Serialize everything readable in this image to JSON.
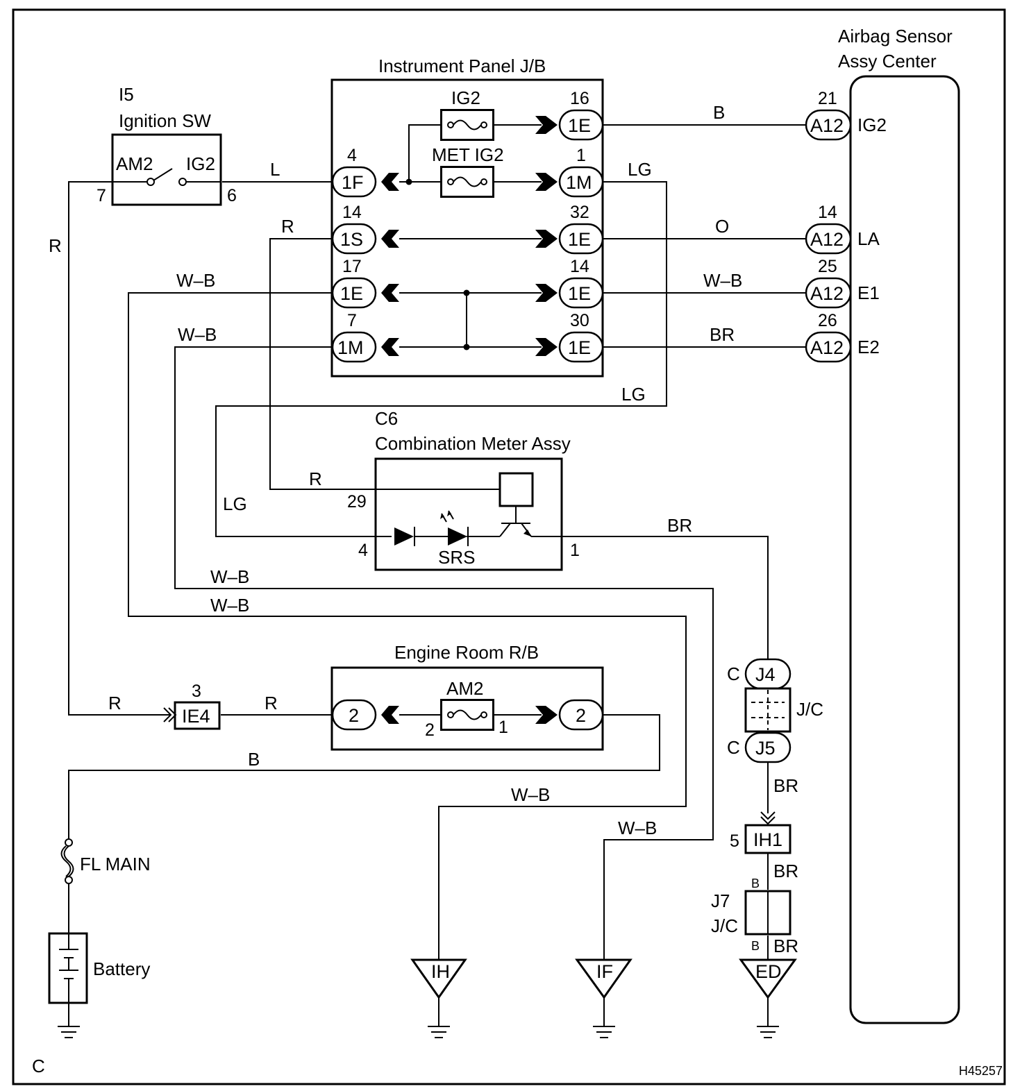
{
  "components": {
    "ignition_sw": {
      "code": "I5",
      "name": "Ignition SW",
      "contact_left": "AM2",
      "contact_right": "IG2",
      "pin_left": "7",
      "pin_right": "6"
    },
    "ip_jb": {
      "title": "Instrument Panel J/B",
      "fuse1": "IG2",
      "fuse2": "MET IG2"
    },
    "airbag": {
      "title_line1": "Airbag Sensor",
      "title_line2": "Assy Center"
    },
    "meter": {
      "code": "C6",
      "name": "Combination Meter Assy",
      "led_label": "SRS",
      "pin_r": "29",
      "pin_lg": "4",
      "pin_br": "1"
    },
    "er_rb": {
      "title": "Engine Room R/B",
      "fuse": "AM2",
      "fuse_pin_l": "2",
      "fuse_pin_r": "1",
      "conn_l": "2",
      "conn_r": "2"
    },
    "fl_main": "FL MAIN",
    "battery": "Battery",
    "jc1": {
      "top_conn": "J4",
      "top_prefix": "C",
      "bottom_conn": "J5",
      "bottom_prefix": "C",
      "label": "J/C"
    },
    "ih1": {
      "pin": "5",
      "conn": "IH1"
    },
    "j7": {
      "code": "J7",
      "label": "J/C",
      "top_pin": "B",
      "bottom_pin": "B"
    },
    "ie4": {
      "pin": "3",
      "conn": "IE4"
    },
    "grounds": [
      "IH",
      "IF",
      "ED"
    ],
    "corner_label": "C",
    "diagram_id": "H45257"
  },
  "ip_connectors": {
    "left": [
      {
        "pin": "4",
        "conn": "1F"
      },
      {
        "pin": "14",
        "conn": "1S"
      },
      {
        "pin": "17",
        "conn": "1E"
      },
      {
        "pin": "7",
        "conn": "1M"
      }
    ],
    "right": [
      {
        "pin": "16",
        "conn": "1E"
      },
      {
        "pin": "1",
        "conn": "1M"
      },
      {
        "pin": "32",
        "conn": "1E"
      },
      {
        "pin": "14",
        "conn": "1E"
      },
      {
        "pin": "30",
        "conn": "1E"
      }
    ]
  },
  "airbag_pins": [
    {
      "pin": "21",
      "conn": "A12",
      "signal": "IG2"
    },
    {
      "pin": "14",
      "conn": "A12",
      "signal": "LA"
    },
    {
      "pin": "25",
      "conn": "A12",
      "signal": "E1"
    },
    {
      "pin": "26",
      "conn": "A12",
      "signal": "E2"
    }
  ],
  "wire_colors": {
    "r_left": "R",
    "l_ig": "L",
    "b_ig2": "B",
    "lg_top": "LG",
    "r_1s": "R",
    "o_la": "O",
    "wb_17": "W–B",
    "wb_e1": "W–B",
    "wb_7": "W–B",
    "br_e2": "BR",
    "lg_mid": "LG",
    "r_meter": "R",
    "lg_meter": "LG",
    "br_meter": "BR",
    "wb_a": "W–B",
    "wb_b": "W–B",
    "r_ie4_in": "R",
    "r_ie4_out": "R",
    "b_batt": "B",
    "wb_ih": "W–B",
    "wb_if": "W–B",
    "br_j5": "BR",
    "br_ih1": "BR",
    "br_ed": "BR"
  }
}
